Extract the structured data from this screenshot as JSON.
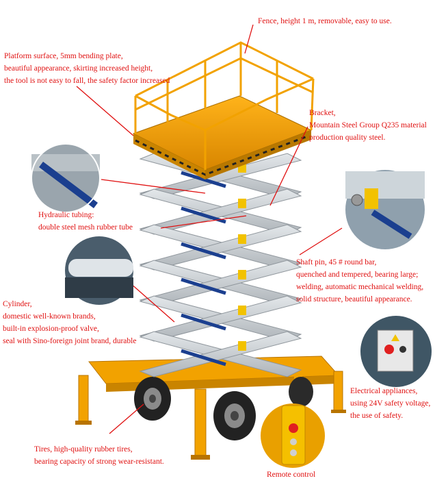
{
  "annotations": {
    "fence": [
      "Fence, height 1 m, removable, easy to use."
    ],
    "platform": [
      "Platform surface, 5mm bending plate,",
      "beautiful appearance, skirting increased height,",
      "the tool is not easy to fall, the safety factor increased"
    ],
    "bracket": [
      "Bracket,",
      "Mountain Steel Group Q235 material",
      "production quality steel."
    ],
    "hydraulic": [
      "Hydraulic tubing:",
      "double steel mesh rubber tube"
    ],
    "shaft": [
      "Shaft pin, 45 # round bar,",
      "quenched and tempered, bearing large;",
      "welding, automatic mechanical welding,",
      "solid structure, beautiful appearance."
    ],
    "cylinder": [
      "Cylinder,",
      "domestic well-known brands,",
      "built-in explosion-proof valve,",
      "seal with Sino-foreign joint brand, durable"
    ],
    "electrical": [
      "Electrical appliances,",
      "using 24V safety voltage,",
      "the use of safety."
    ],
    "tires": [
      "Tires, high-quality rubber tires,",
      "bearing capacity of strong wear-resistant."
    ],
    "remote": [
      "Remote control"
    ]
  },
  "colors": {
    "annotation_text": "#e01010",
    "frame_yellow": "#f2a200",
    "scissor_grey": "#c9ced2",
    "cylinder_blue": "#1b3f8f",
    "tire_dark": "#2a2a2a",
    "control_box": "#e8e8e8",
    "stop_button": "#e02020"
  },
  "icons": [
    "scissor-lift-illustration",
    "hydraulic-tubing-detail-icon",
    "shaft-pin-detail-icon",
    "cylinder-detail-icon",
    "electrical-box-detail-icon",
    "remote-control-detail-icon"
  ]
}
